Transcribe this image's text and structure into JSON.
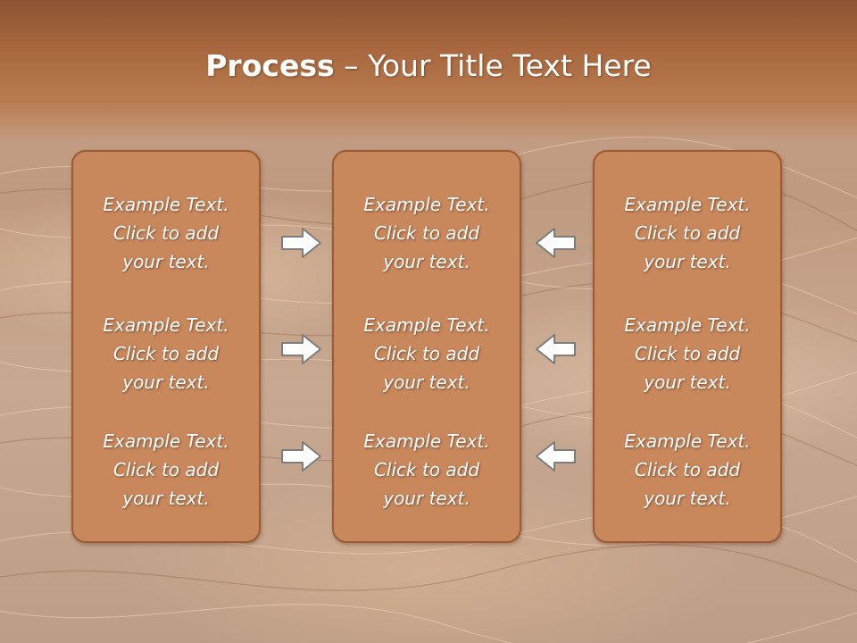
{
  "title": {
    "bold": "Process",
    "rest": " – Your Title Text Here"
  },
  "columns": [
    {
      "items": [
        {
          "line1": "Example Text.",
          "line2": "Click  to add",
          "line3": "your text."
        },
        {
          "line1": "Example Text.",
          "line2": "Click  to add",
          "line3": "your text."
        },
        {
          "line1": "Example Text.",
          "line2": "Click  to add",
          "line3": "your text."
        }
      ]
    },
    {
      "items": [
        {
          "line1": "Example Text.",
          "line2": "Click  to add",
          "line3": "your text."
        },
        {
          "line1": "Example Text.",
          "line2": "Click  to add",
          "line3": "your text."
        },
        {
          "line1": "Example Text.",
          "line2": "Click  to add",
          "line3": "your text."
        }
      ]
    },
    {
      "items": [
        {
          "line1": "Example Text.",
          "line2": "Click  to add",
          "line3": "your text."
        },
        {
          "line1": "Example Text.",
          "line2": "Click  to add",
          "line3": "your text."
        },
        {
          "line1": "Example Text.",
          "line2": "Click  to add",
          "line3": "your text."
        }
      ]
    }
  ],
  "arrows": {
    "left_group": "arrow-right-icon",
    "right_group": "arrow-left-icon"
  },
  "colors": {
    "header": "#a9683f",
    "box_fill": "#c9875c",
    "box_border": "#9a5b35",
    "text": "#ffffff"
  }
}
